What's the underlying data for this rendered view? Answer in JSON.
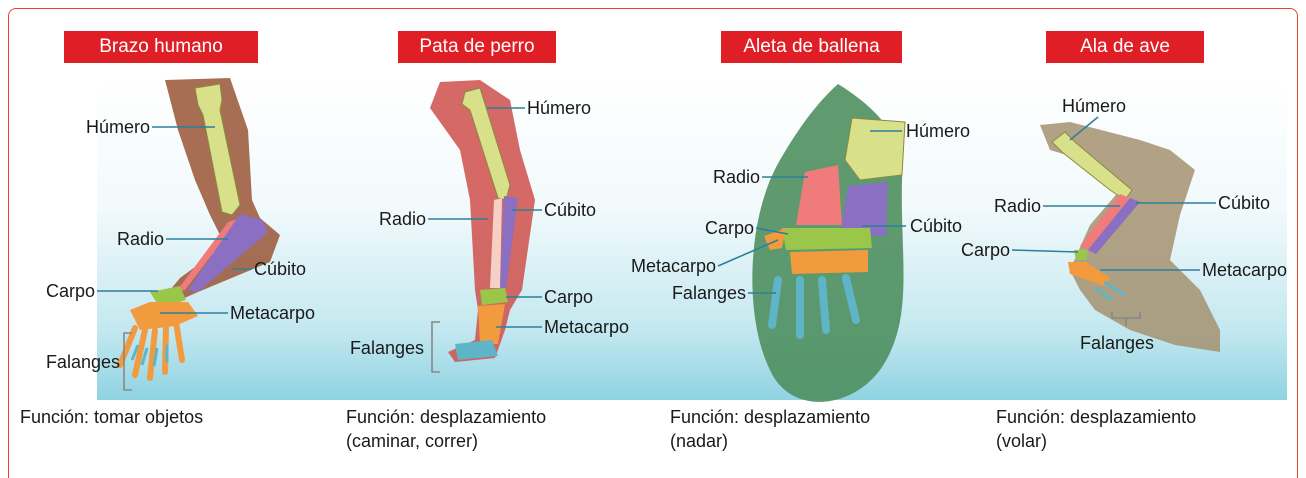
{
  "panels": [
    {
      "title": "Brazo humano",
      "function_text": "Función: tomar objetos",
      "labels": {
        "humero": "Húmero",
        "radio": "Radio",
        "cubito": "Cúbito",
        "carpo": "Carpo",
        "metacarpo": "Metacarpo",
        "falanges": "Falanges"
      }
    },
    {
      "title": "Pata de perro",
      "function_text": "Función: desplazamiento",
      "function_text2": "(caminar, correr)",
      "labels": {
        "humero": "Húmero",
        "radio": "Radio",
        "cubito": "Cúbito",
        "carpo": "Carpo",
        "metacarpo": "Metacarpo",
        "falanges": "Falanges"
      }
    },
    {
      "title": "Aleta de ballena",
      "function_text": "Función: desplazamiento",
      "function_text2": "(nadar)",
      "labels": {
        "humero": "Húmero",
        "radio": "Radio",
        "cubito": "Cúbito",
        "carpo": "Carpo",
        "metacarpo": "Metacarpo",
        "falanges": "Falanges"
      }
    },
    {
      "title": "Ala de ave",
      "function_text": "Función: desplazamiento",
      "function_text2": "(volar)",
      "labels": {
        "humero": "Húmero",
        "radio": "Radio",
        "cubito": "Cúbito",
        "carpo": "Carpo",
        "metacarpo": "Metacarpo",
        "falanges": "Falanges"
      }
    }
  ],
  "colors": {
    "frame": "#e8432a",
    "title_bg": "#e01e26",
    "humero": "#d8e08a",
    "radio": "#ef7b7b",
    "cubito": "#8a6fc2",
    "carpo": "#9ac64a",
    "metacarpo": "#f19a3e",
    "falanges": "#5fb5c8"
  }
}
